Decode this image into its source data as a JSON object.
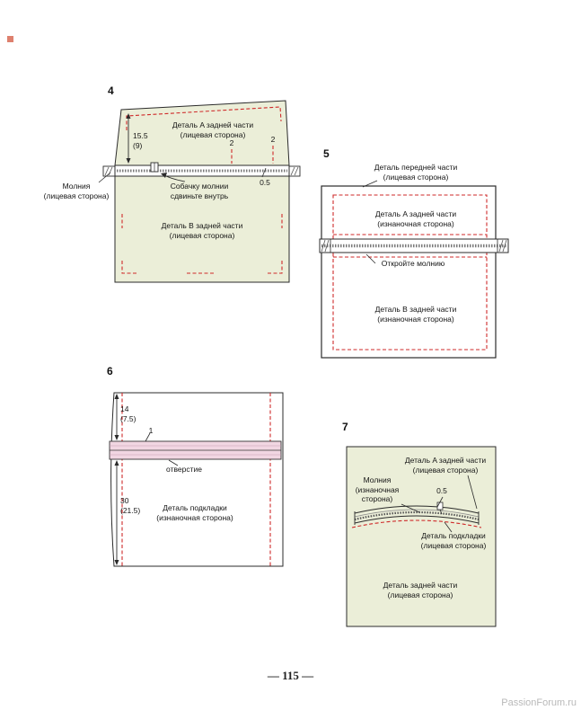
{
  "page": {
    "number_display": "— 115 —",
    "watermark": "PassionForum.ru"
  },
  "colors": {
    "fabric_green": "#ebeed8",
    "seam_pink": "#f1d6e2",
    "dash_red": "#cf2a2a"
  },
  "fig4": {
    "number": "4",
    "detail_a_label": "Деталь A задней части\n(лицевая сторона)",
    "dim_left": "15.5\n(9)",
    "dim_2_left": "2",
    "dim_2_right": "2",
    "dim_half": "0.5",
    "zipper_label": "Молния\n(лицевая сторона)",
    "slider_note": "Собачку молнии\nсдвиньте внутрь",
    "detail_b_label": "Деталь B задней части\n(лицевая сторона)"
  },
  "fig5": {
    "number": "5",
    "front_label": "Деталь передней части\n(лицевая сторона)",
    "detail_a_label": "Деталь A задней части\n(изнаночная сторона)",
    "open_zipper_label": "Откройте молнию",
    "detail_b_label": "Деталь B задней части\n(изнаночная сторона)"
  },
  "fig6": {
    "number": "6",
    "dim_top": "14\n(7.5)",
    "dim_one": "1",
    "opening_label": "отверстие",
    "dim_bottom": "30\n(21.5)",
    "lining_label": "Деталь подкладки\n(изнаночная сторона)"
  },
  "fig7": {
    "number": "7",
    "detail_a_label": "Деталь A задней части\n(лицевая сторона)",
    "zipper_label": "Молния\n(изнаночная\nсторона)",
    "dim_half": "0.5",
    "lining_label": "Деталь подкладки\n(лицевая сторона)",
    "back_label": "Деталь задней части\n(лицевая сторона)"
  }
}
